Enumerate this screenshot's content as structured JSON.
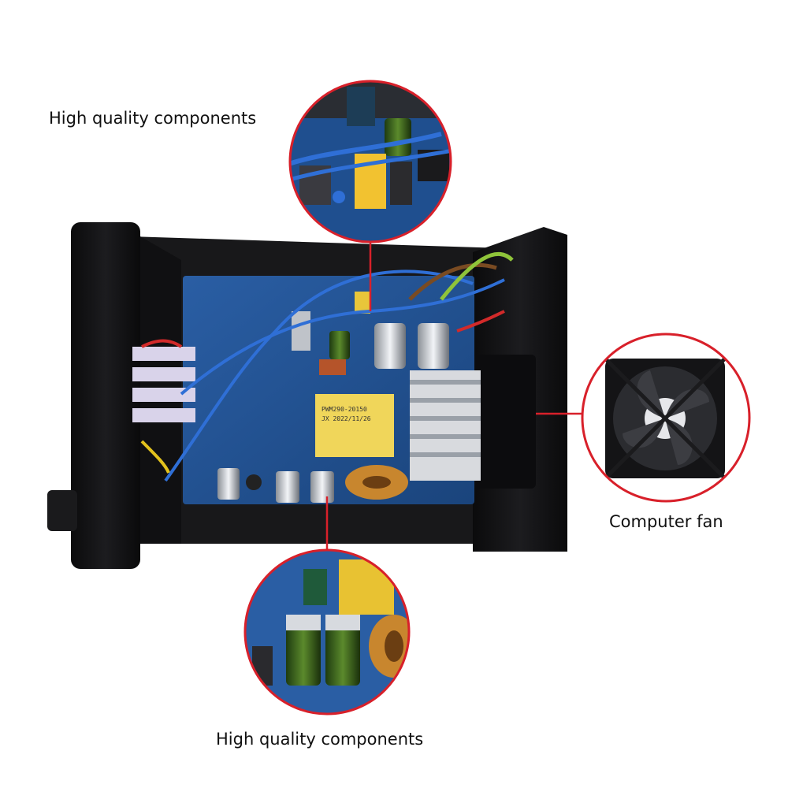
{
  "captions": {
    "top": "High quality components",
    "fan": "Computer fan",
    "bottom": "High quality components"
  },
  "board_markings": {
    "transformer_label": "PWM290-20150",
    "transformer_label_2": "JX 2022/11/26"
  },
  "colors": {
    "callout_ring": "#d8202a",
    "pcb": "#1f4f8f",
    "case": "#121214"
  }
}
